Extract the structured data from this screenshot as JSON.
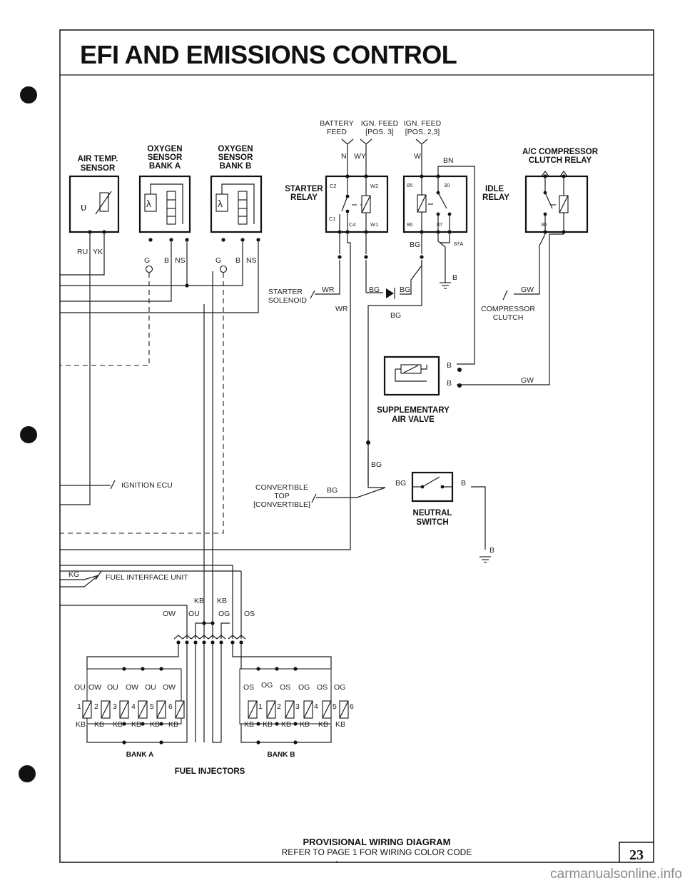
{
  "header": {
    "title": "EFI AND EMISSIONS CONTROL"
  },
  "components": {
    "air_temp_sensor": {
      "line1": "AIR TEMP.",
      "line2": "SENSOR",
      "wires": [
        "RU",
        "YK"
      ]
    },
    "oxygen_sensor_a": {
      "line1": "OXYGEN",
      "line2": "SENSOR",
      "line3": "BANK A",
      "wires": [
        "G",
        "B",
        "NS"
      ]
    },
    "oxygen_sensor_b": {
      "line1": "OXYGEN",
      "line2": "SENSOR",
      "line3": "BANK B",
      "wires": [
        "G",
        "B",
        "NS"
      ]
    },
    "starter_relay": {
      "line1": "STARTER",
      "line2": "RELAY",
      "pins": [
        "C2",
        "W2",
        "C1",
        "C4",
        "W1"
      ]
    },
    "idle_relay": {
      "line1": "IDLE",
      "line2": "RELAY",
      "pins": [
        "85",
        "30",
        "86",
        "87",
        "87A"
      ]
    },
    "ac_relay": {
      "line1": "A/C COMPRESSOR",
      "line2": "CLUTCH RELAY",
      "pins": [
        "30"
      ]
    },
    "supplementary_air_valve": {
      "line1": "SUPPLEMENTARY",
      "line2": "AIR VALVE"
    },
    "neutral_switch": {
      "line1": "NEUTRAL",
      "line2": "SWITCH"
    }
  },
  "feeds": {
    "battery_line1": "BATTERY",
    "battery_line2": "FEED",
    "ign1_line1": "IGN. FEED",
    "ign1_line2": "[POS. 3]",
    "ign2_line1": "IGN. FEED",
    "ign2_line2": "[POS. 2,3]"
  },
  "wire_labels": {
    "n": "N",
    "wy": "WY",
    "w": "W",
    "bn": "BN",
    "bg": "BG",
    "b": "B",
    "wr": "WR",
    "gw": "GW",
    "kg": "KG",
    "kb": "KB",
    "ow": "OW",
    "ou": "OU",
    "og": "OG",
    "os": "OS"
  },
  "connections": {
    "starter_solenoid_1": "STARTER",
    "starter_solenoid_2": "SOLENOID",
    "compressor_clutch_1": "COMPRESSOR",
    "compressor_clutch_2": "CLUTCH",
    "ignition_ecu": "IGNITION ECU",
    "convertible_1": "CONVERTIBLE",
    "convertible_2": "TOP",
    "convertible_3": "[CONVERTIBLE]",
    "fuel_interface_unit": "FUEL INTERFACE UNIT"
  },
  "injectors": {
    "bank_a_label": "BANK A",
    "bank_b_label": "BANK B",
    "caption": "FUEL INJECTORS",
    "bank_a_top": [
      "OU",
      "OW",
      "OU",
      "OW",
      "OU",
      "OW"
    ],
    "bank_b_top": [
      "OS",
      "OG",
      "OS",
      "OG",
      "OS",
      "OG"
    ],
    "bottom": [
      "KB",
      "KB",
      "KB",
      "KB",
      "KB",
      "KB"
    ],
    "numbers": [
      "1",
      "2",
      "3",
      "4",
      "5",
      "6"
    ]
  },
  "footer": {
    "line1": "PROVISIONAL WIRING DIAGRAM",
    "line2": "REFER TO PAGE 1 FOR WIRING COLOR CODE",
    "page_number": "23"
  },
  "watermark": "carmanualsonline.info"
}
